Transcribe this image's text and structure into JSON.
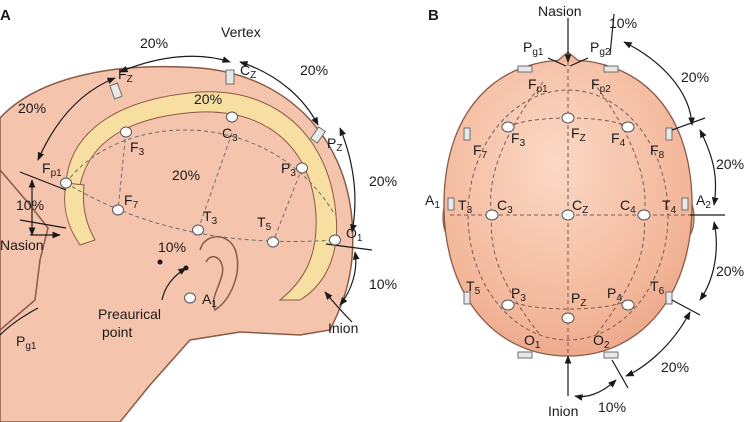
{
  "panels": {
    "a": "A",
    "b": "B"
  },
  "panel_a": {
    "electrodes": [
      "Fp1",
      "FZ",
      "F3",
      "F7",
      "C3",
      "CZ",
      "T3",
      "T5",
      "P3",
      "PZ",
      "O1",
      "A1"
    ],
    "landmarks": {
      "vertex": "Vertex",
      "nasion": "Nasion",
      "inion": "Inion",
      "preauricular": [
        "Preaurical",
        "point"
      ],
      "pg1": "Pg1"
    },
    "percentages": [
      "20%",
      "20%",
      "20%",
      "20%",
      "20%",
      "20%",
      "10%",
      "10%",
      "10%"
    ]
  },
  "panel_b": {
    "electrodes": [
      "Fp1",
      "Fp2",
      "F7",
      "F3",
      "FZ",
      "F4",
      "F8",
      "A1",
      "T3",
      "C3",
      "CZ",
      "C4",
      "T4",
      "A2",
      "T5",
      "P3",
      "PZ",
      "P4",
      "T6",
      "O1",
      "O2"
    ],
    "landmarks": {
      "nasion": "Nasion",
      "inion": "Inion",
      "pg1": "Pg1",
      "pg2": "Pg2"
    },
    "percentages": [
      "10%",
      "20%",
      "20%",
      "20%",
      "20%",
      "10%"
    ]
  }
}
